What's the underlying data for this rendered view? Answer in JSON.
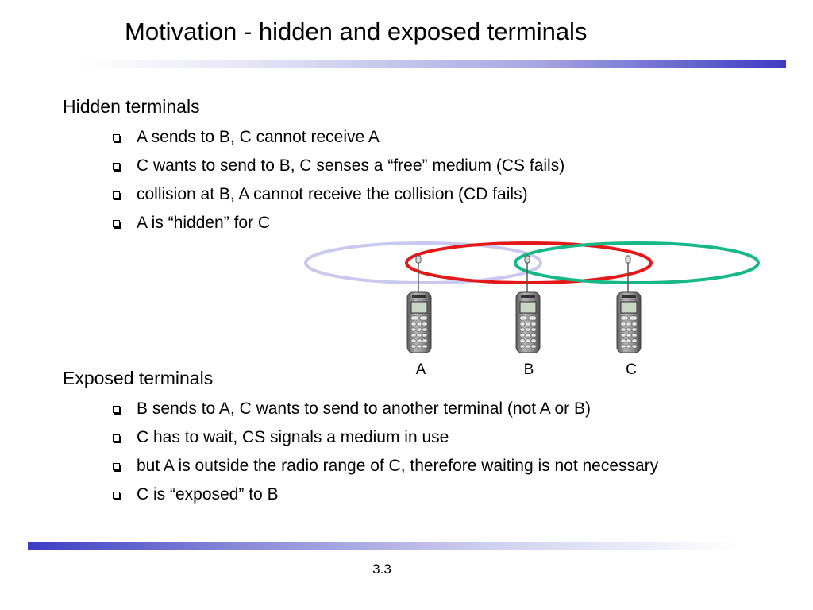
{
  "slide": {
    "title": "Motivation - hidden and exposed terminals",
    "page_number": "3.3"
  },
  "hidden": {
    "heading": "Hidden terminals",
    "bullets": [
      "A sends to B, C cannot receive A",
      "C wants to send to B, C senses a “free” medium (CS fails)",
      "collision at B, A cannot receive the collision (CD fails)",
      "A is “hidden” for C"
    ]
  },
  "exposed": {
    "heading": "Exposed terminals",
    "bullets": [
      "B sends to A, C wants to send to another terminal (not A or B)",
      "C has to wait, CS signals a medium in use",
      "but A is outside the radio range of C, therefore waiting is not necessary",
      "C is “exposed” to B"
    ]
  },
  "diagram": {
    "terminals": [
      "A",
      "B",
      "C"
    ],
    "range_colors": {
      "A": "#c9c9ef",
      "B": "#e41818",
      "C": "#16b886"
    },
    "icon": "mobile-phone-icon"
  }
}
